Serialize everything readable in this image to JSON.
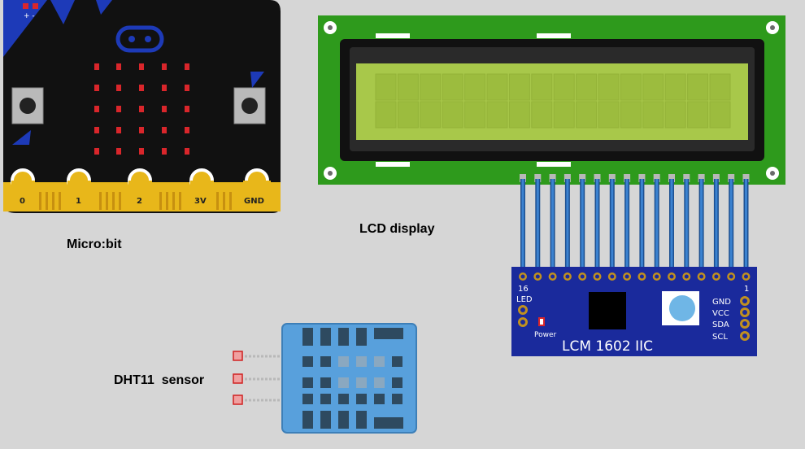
{
  "labels": {
    "microbit": "Micro:bit",
    "lcd": "LCD display",
    "dht": "DHT11  sensor"
  },
  "microbit": {
    "pins": [
      "0",
      "1",
      "2",
      "3V",
      "GND"
    ],
    "battery_marks": "+ -",
    "colors": {
      "board": "#111111",
      "gold": "#e8b71a",
      "led": "#d9262b",
      "logo": "#1d3ab8"
    }
  },
  "lcd_module": {
    "title": "LCM 1602 IIC",
    "pin_left": "16",
    "pin_right": "1",
    "led": "LED",
    "power": "Power",
    "pins": [
      "GND",
      "VCC",
      "SDA",
      "SCL"
    ],
    "colors": {
      "pcb": "#2e9a1c",
      "screen": "#a8c84a",
      "module": "#1a2a9c",
      "wires": "#2868b0"
    }
  },
  "dht11": {
    "colors": {
      "body": "#58a0dc",
      "holes": "#2e4a60"
    }
  }
}
